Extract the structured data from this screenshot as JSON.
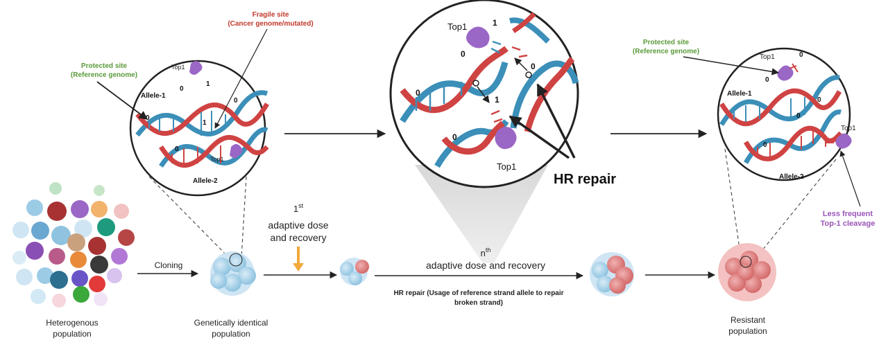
{
  "panel1": {
    "fragile_title": "Fragile site",
    "fragile_sub": "(Cancer genome/mutated)",
    "protected_title": "Protected site",
    "protected_sub": "(Reference genome)",
    "top1_a": "Top1",
    "top1_b": "Top1",
    "allele1": "Allele-1",
    "allele2": "Allele-2",
    "num_1a": "1",
    "num_0a": "0",
    "num_0b": "0",
    "num_0c": "0",
    "num_1b": "1",
    "num_0d": "0"
  },
  "panel2": {
    "top1_top": "Top1",
    "top1_bottom": "Top1",
    "num_1_top": "1",
    "num_0_left": "0",
    "num_0_mid": "0",
    "num_0_farleft": "0",
    "num_1_mid": "1",
    "num_0_bottom": "0",
    "hr_repair": "HR repair"
  },
  "panel3": {
    "protected_title": "Protected site",
    "protected_sub": "(Reference genome)",
    "top1_a": "Top1",
    "top1_b": "Top1",
    "allele1": "Allele-1",
    "allele2": "Allele-2",
    "num_0a": "0",
    "num_0b": "0",
    "num_0c": "0",
    "num_0d": "0",
    "num_0e": "0",
    "less_frequent_1": "Less frequent",
    "less_frequent_2": "Top-1 cleavage"
  },
  "bottom": {
    "heterogenous_1": "Heterogenous",
    "heterogenous_2": "population",
    "cloning": "Cloning",
    "identical_1": "Genetically identical",
    "identical_2": "population",
    "first_sup_base": "1",
    "first_sup": "st",
    "first_line2": "adaptive dose",
    "first_line3": "and recovery",
    "nth_base": "n",
    "nth_sup": "th",
    "nth_line2": "adaptive dose and recovery",
    "hr_note_1": "HR repair (Usage of reference strand allele to repair",
    "hr_note_2": "broken strand)",
    "resistant_1": "Resistant",
    "resistant_2": "population"
  },
  "colors": {
    "strand_blue": "#3b8fb8",
    "strand_red": "#cf4343",
    "top1_purple": "#9a67c6",
    "green_label": "#5a9a3a",
    "red_label": "#c0392b",
    "purple_label": "#9a55b8",
    "orange_arrow": "#f2a93b"
  }
}
